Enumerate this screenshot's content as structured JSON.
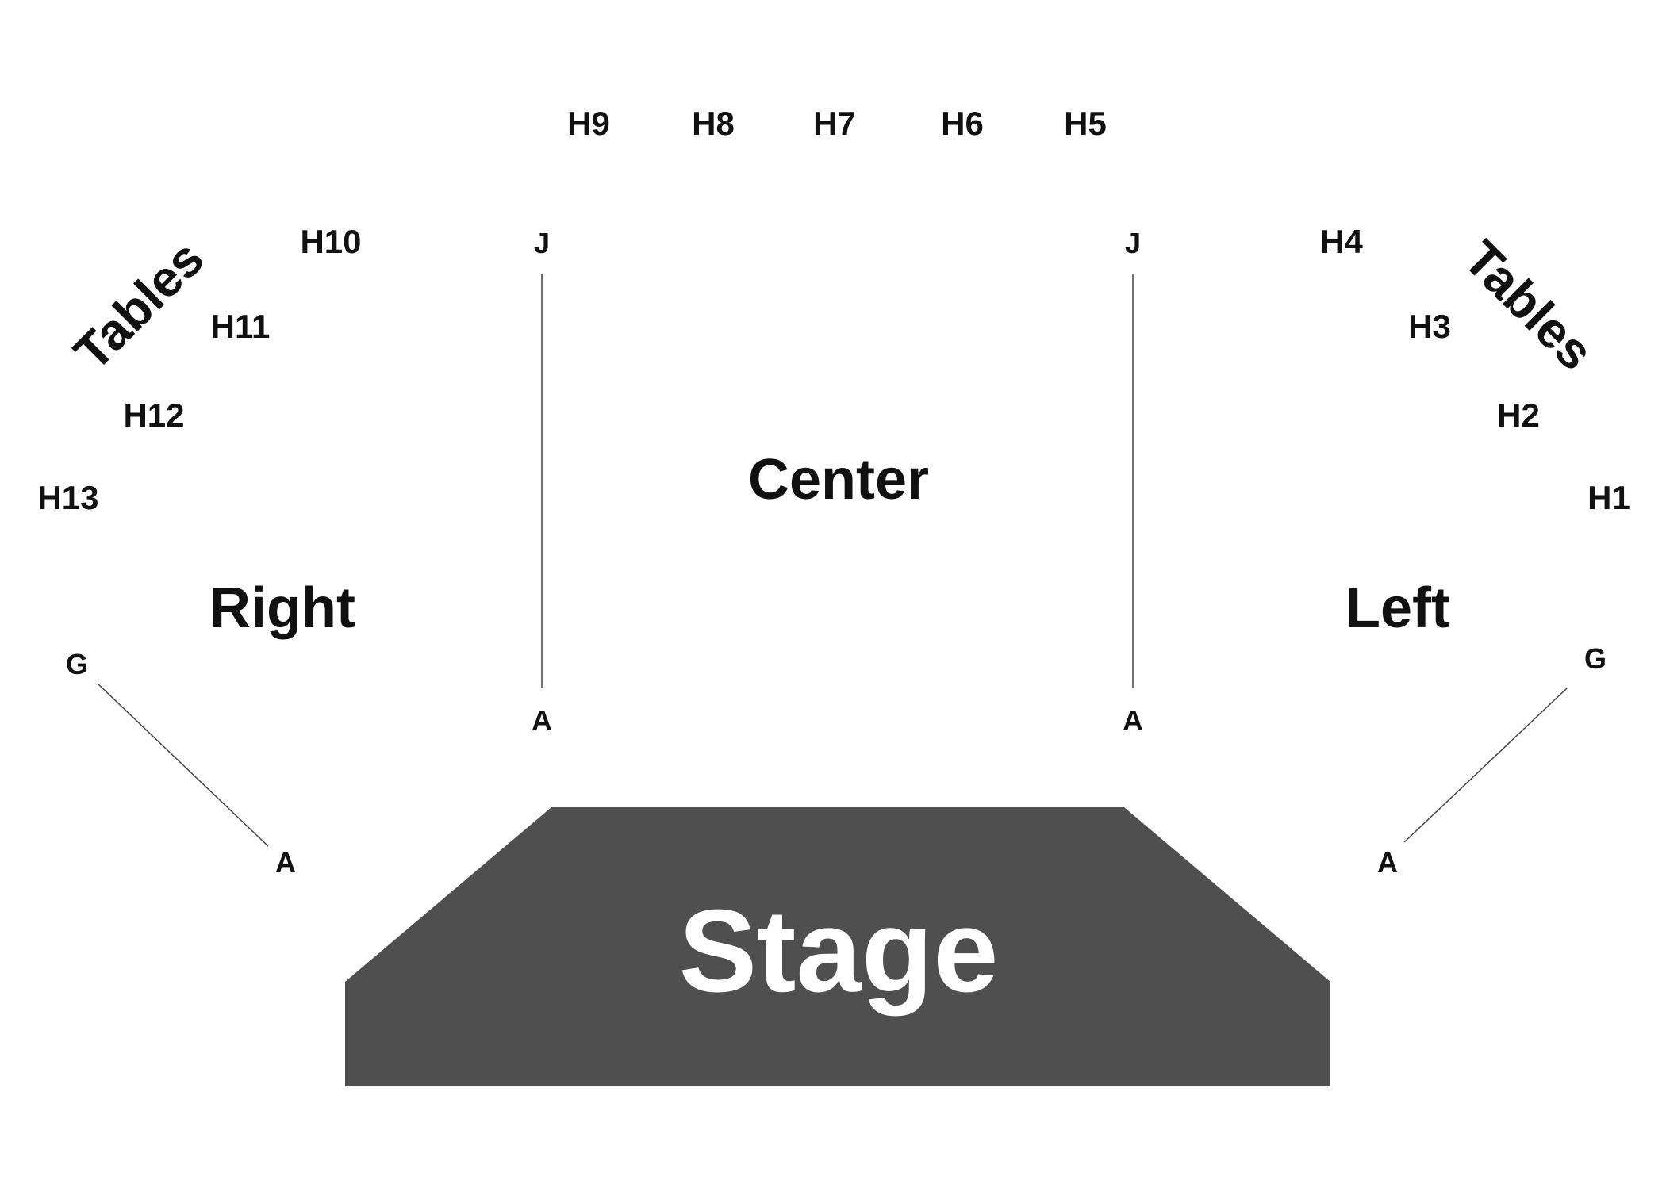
{
  "tables": [
    "H1",
    "H2",
    "H3",
    "H4",
    "H5",
    "H6",
    "H7",
    "H8",
    "H9",
    "H10",
    "H11",
    "H12",
    "H13"
  ],
  "tables_heading": "Tables",
  "sections": {
    "right": "Right",
    "center": "Center",
    "left": "Left"
  },
  "rows": {
    "right_front": "A",
    "right_back": "G",
    "center_left_front": "A",
    "center_left_back": "J",
    "center_right_front": "A",
    "center_right_back": "J",
    "left_front": "A",
    "left_back": "G"
  },
  "stage": {
    "label": "Stage",
    "color": "#4f4f4f"
  },
  "colors": {
    "text": "#111111",
    "background": "#ffffff",
    "aisle_line": "#444444"
  }
}
